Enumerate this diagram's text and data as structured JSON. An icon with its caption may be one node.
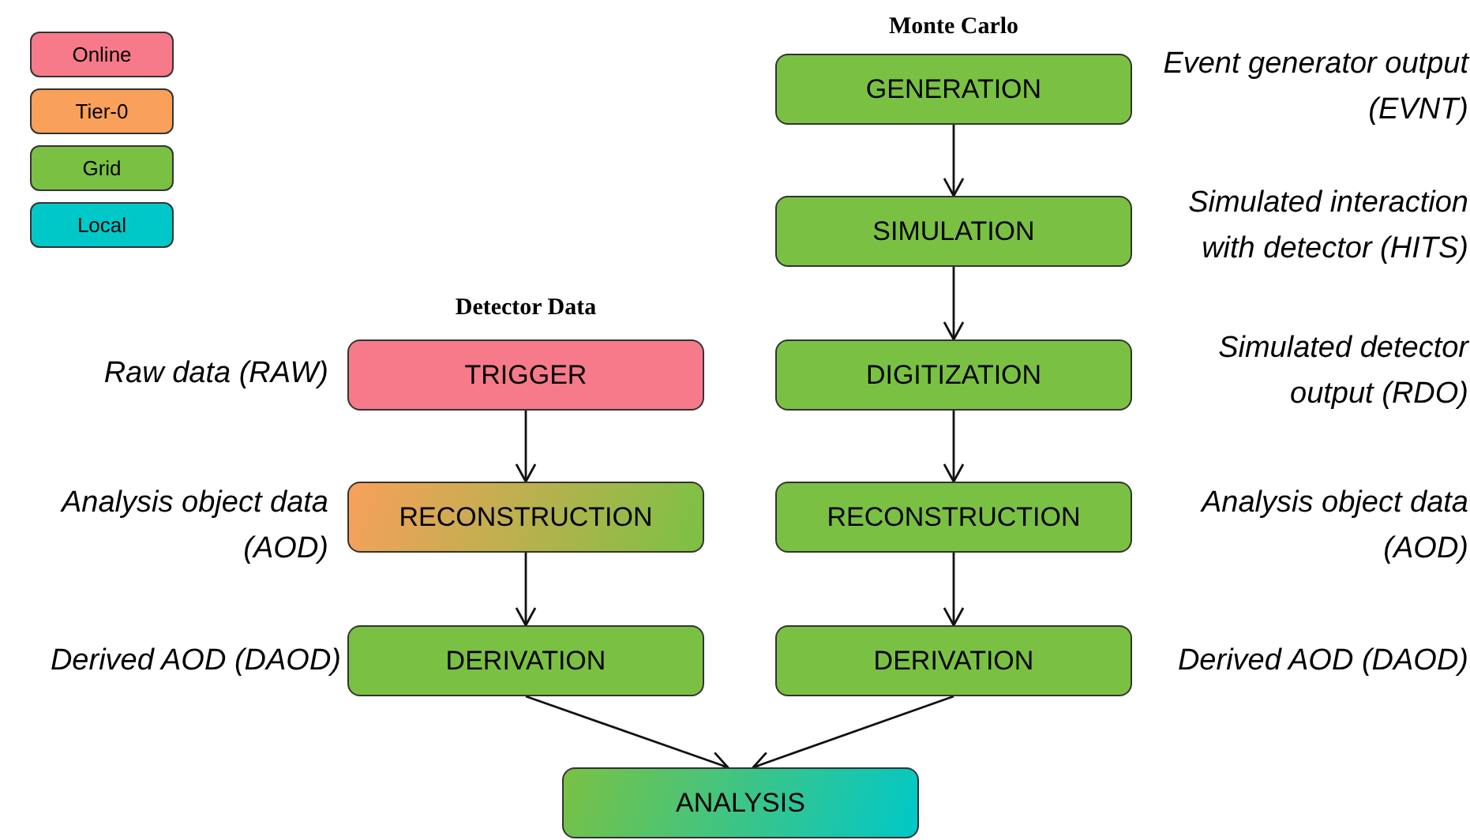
{
  "diagram": {
    "nodes": [
      {
        "text": [
          "GENERATION"
        ],
        "beside": [
          "Event generator output (EVNT)"
        ]
      },
      {
        "text": [
          "SIMULATION"
        ],
        "beside": [
          "Simulated interaction with detector (HITS)"
        ]
      },
      {
        "text": [
          "TRIGGER"
        ],
        "beside": [
          "Raw data (RAW)"
        ]
      },
      {
        "text": [
          "DIGITIZATION"
        ],
        "beside": [
          "Simulated detector output (RDO)"
        ]
      },
      {
        "text": [
          "RECONSTRUCTION"
        ],
        "beside": [
          "Analysis object data (AOD)"
        ]
      },
      {
        "text": [
          "RECONSTRUCTION"
        ],
        "beside": [
          "Analysis object data (AOD)"
        ]
      },
      {
        "text": [
          "DERIVATION"
        ],
        "beside": [
          "Derived AOD (DAOD)"
        ]
      },
      {
        "text": [
          "DERIVATION"
        ],
        "beside": [
          "Derived AOD (DAOD)"
        ]
      },
      {
        "text": [
          "ANALYSIS"
        ]
      }
    ],
    "edges": [
      {
        "from": 0,
        "to": 1,
        "arrow": "to"
      },
      {
        "from": 1,
        "to": 3,
        "arrow": "to"
      },
      {
        "from": 2,
        "to": 4,
        "arrow": "to"
      },
      {
        "from": 3,
        "to": 5,
        "arrow": "to"
      },
      {
        "from": 4,
        "to": 6,
        "arrow": "to"
      },
      {
        "from": 5,
        "to": 7,
        "arrow": "to"
      },
      {
        "from": 6,
        "to": 8,
        "arrow": "to"
      },
      {
        "from": 7,
        "to": 8,
        "arrow": "to"
      }
    ],
    "labels": [
      "Monte Carlo",
      "Detector Data"
    ],
    "legend": [
      {
        "text": "Online",
        "color": "#f77a8a"
      },
      {
        "text": "Tier-0",
        "color": "#f9a05a"
      },
      {
        "text": "Grid",
        "color": "#7ac143"
      },
      {
        "text": "Local",
        "color": "#00c8c8"
      }
    ]
  }
}
